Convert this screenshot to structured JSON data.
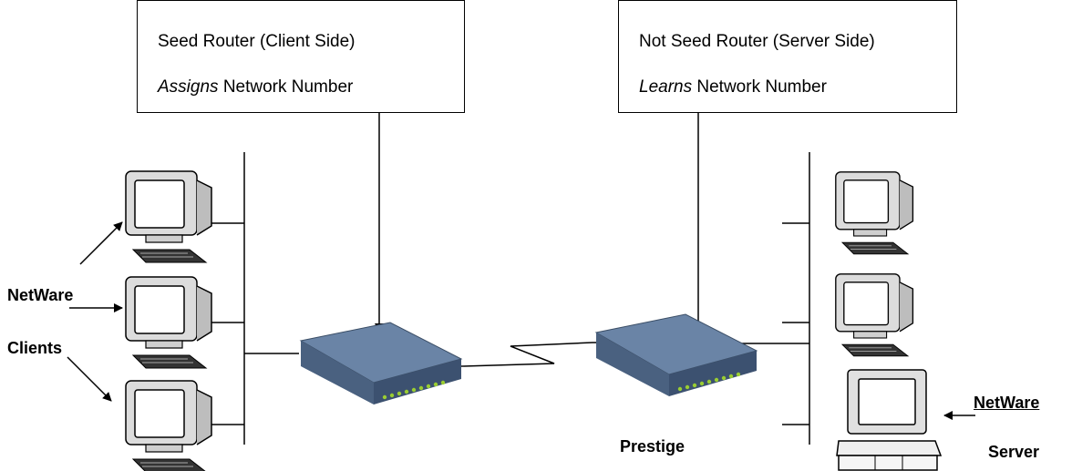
{
  "callouts": {
    "left": {
      "title": "Seed Router (Client Side)",
      "verb": "Assigns",
      "rest": "Network Number"
    },
    "right": {
      "title": "Not Seed Router (Server Side)",
      "verb": "Learns",
      "rest": "Network Number"
    }
  },
  "labels": {
    "netware_clients_1": "NetWare",
    "netware_clients_2": "Clients",
    "prestige": "Prestige",
    "netware_server_1": "NetWare",
    "netware_server_2": "Server"
  },
  "colors": {
    "router": "#4f6a8c",
    "router_dark": "#34485f",
    "led": "#9acd32"
  }
}
